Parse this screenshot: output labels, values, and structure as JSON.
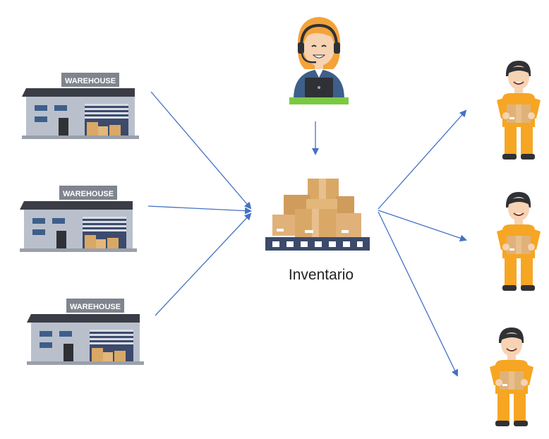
{
  "warehouses": [
    {
      "sign": "WAREHOUSE"
    },
    {
      "sign": "WAREHOUSE"
    },
    {
      "sign": "WAREHOUSE"
    }
  ],
  "inventory": {
    "label": "Inventario"
  },
  "icons": {
    "warehouse": "warehouse-icon",
    "agent": "support-agent-icon",
    "inventory": "boxes-on-pallet-icon",
    "worker": "delivery-worker-icon"
  },
  "colors": {
    "arrow": "#4472c4",
    "roof": "#3b3d46",
    "wall": "#b9c0cc",
    "box": "#e0b279",
    "uniform": "#f6a623",
    "headset_bg": "#f3a33a",
    "desk": "#7ac943"
  }
}
